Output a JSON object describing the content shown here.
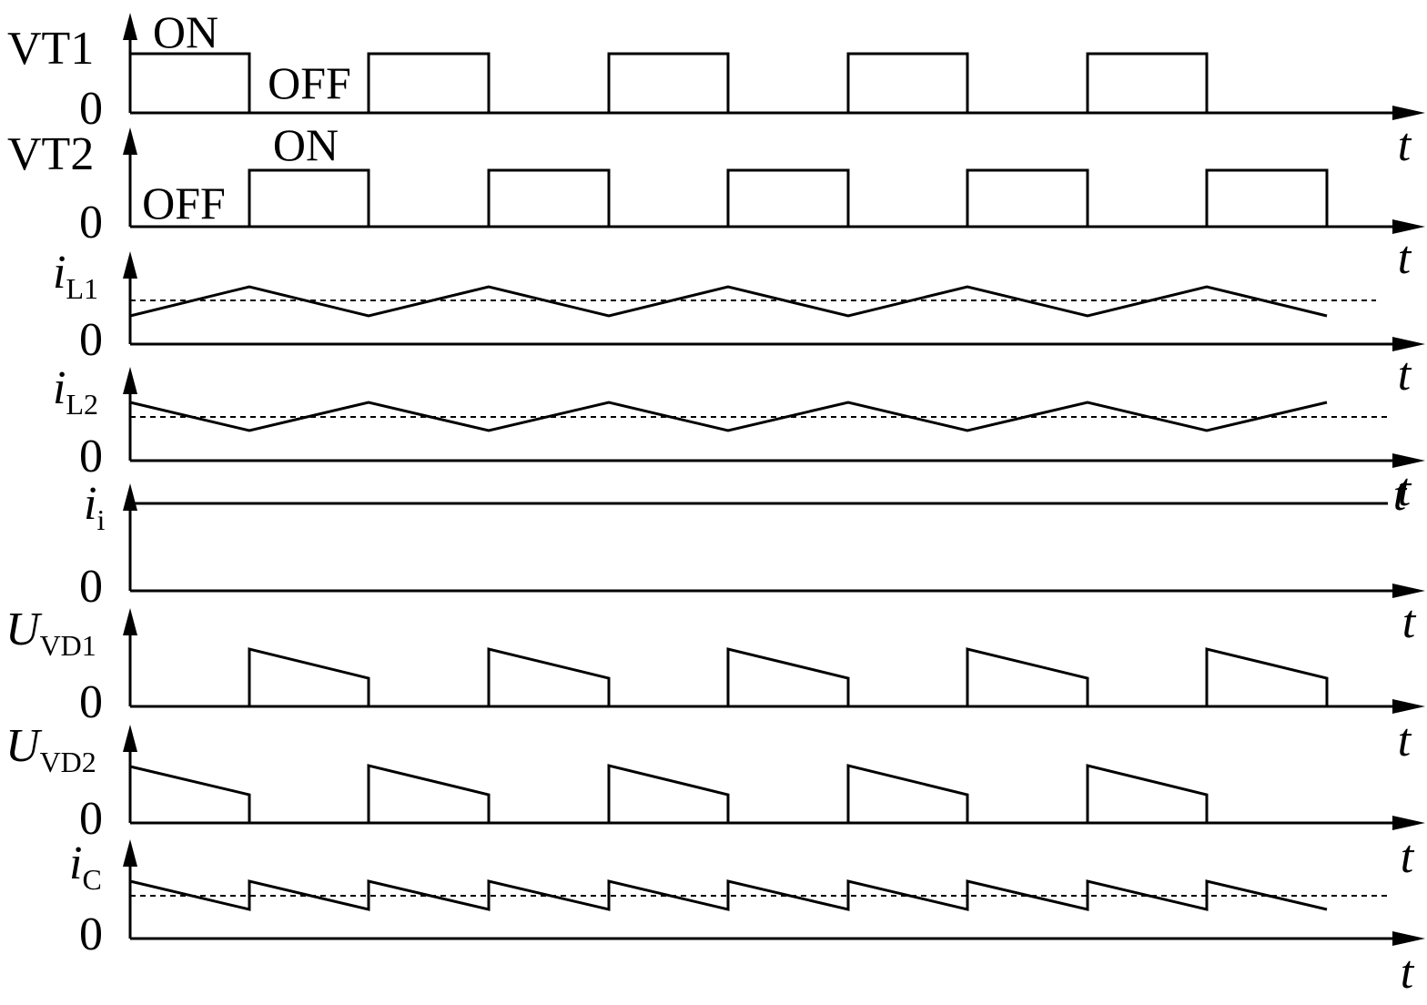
{
  "axis": {
    "zero_label": "0",
    "time_label": "t"
  },
  "switch_states": {
    "on": "ON",
    "off": "OFF"
  },
  "panels": [
    {
      "id": "vt1",
      "label": "VT1",
      "label_italic": false
    },
    {
      "id": "vt2",
      "label": "VT2",
      "label_italic": false
    },
    {
      "id": "il1",
      "label": "i",
      "subscript": "L1",
      "label_italic": true,
      "has_average_line": true
    },
    {
      "id": "il2",
      "label": "i",
      "subscript": "L2",
      "label_italic": true,
      "has_average_line": true
    },
    {
      "id": "ii",
      "label": "i",
      "subscript": "i",
      "label_italic": true
    },
    {
      "id": "uvd1",
      "label": "U",
      "subscript": "VD1",
      "label_italic": true
    },
    {
      "id": "uvd2",
      "label": "U",
      "subscript": "VD2",
      "label_italic": true
    },
    {
      "id": "ic",
      "label": "i",
      "subscript": "C",
      "label_italic": true,
      "has_average_line": true
    }
  ],
  "waveforms": {
    "phase_count": 2,
    "switching_periods_shown": 5,
    "vt1_state_sequence": [
      "ON",
      "OFF",
      "ON",
      "OFF",
      "ON",
      "OFF",
      "ON",
      "OFF",
      "ON",
      "OFF"
    ],
    "vt2_state_sequence": [
      "OFF",
      "ON",
      "OFF",
      "ON",
      "OFF",
      "ON",
      "OFF",
      "ON",
      "OFF",
      "ON"
    ],
    "input_current_shape": "constant",
    "inductor_current_shape": "triangular, 180° interleaved",
    "diode_voltage_shape": "sloped pulse during switch OFF",
    "capacitor_current_shape": "sawtooth at twice the switching frequency"
  }
}
